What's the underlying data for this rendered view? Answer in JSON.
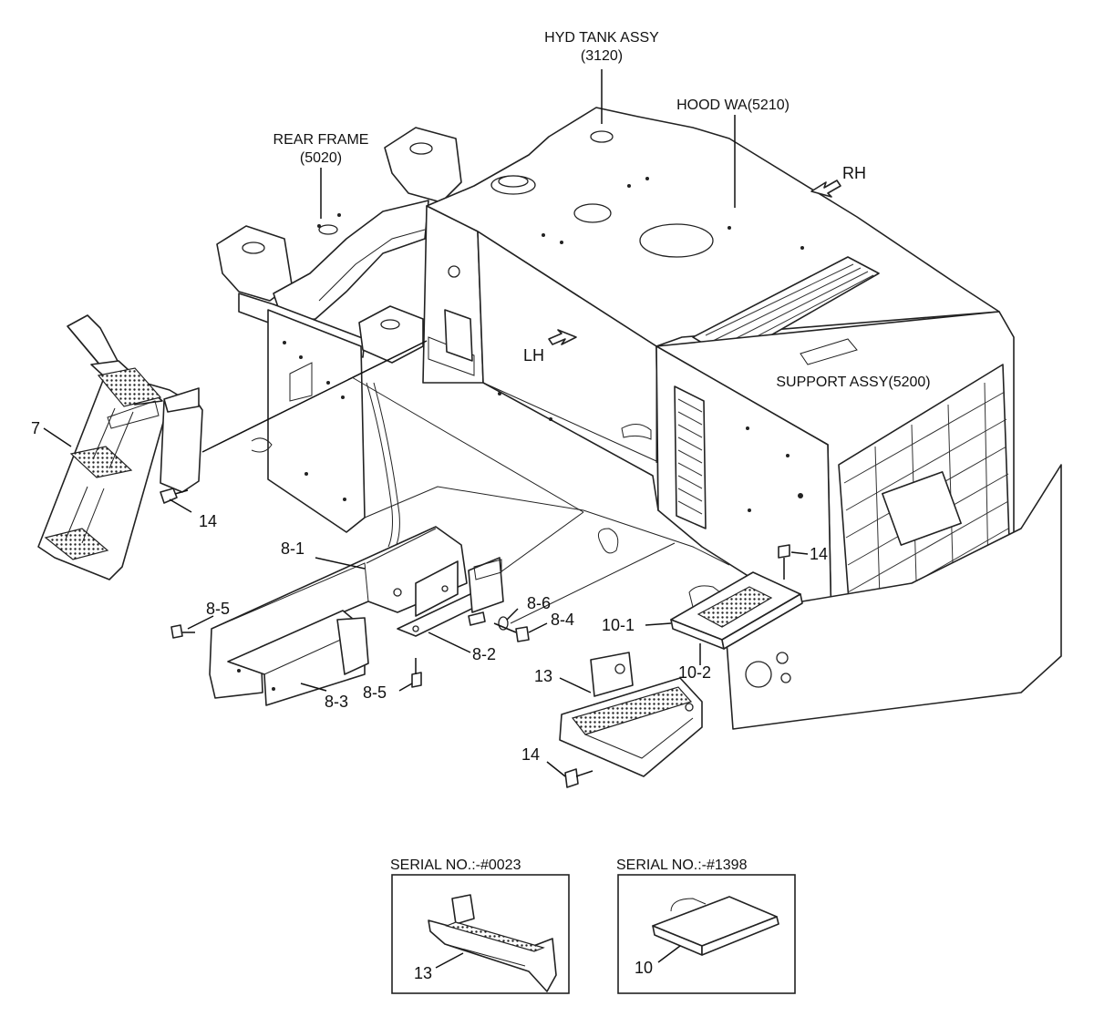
{
  "labels": {
    "hyd_tank_line1": "HYD TANK ASSY",
    "hyd_tank_line2": "(3120)",
    "hood": "HOOD WA(5210)",
    "rear_frame_line1": "REAR FRAME",
    "rear_frame_line2": "(5020)",
    "rh": "RH",
    "lh": "LH",
    "support_assy": "SUPPORT ASSY(5200)"
  },
  "callouts": {
    "p7": "7",
    "p14_a": "14",
    "p14_b": "14",
    "p14_c": "14",
    "p8_1": "8-1",
    "p8_2": "8-2",
    "p8_3": "8-3",
    "p8_4": "8-4",
    "p8_5_a": "8-5",
    "p8_5_b": "8-5",
    "p8_6": "8-6",
    "p10_1": "10-1",
    "p10_2": "10-2",
    "p13": "13"
  },
  "inset_left": {
    "title": "SERIAL NO.:-#0023",
    "part": "13"
  },
  "inset_right": {
    "title": "SERIAL NO.:-#1398",
    "part": "10"
  }
}
